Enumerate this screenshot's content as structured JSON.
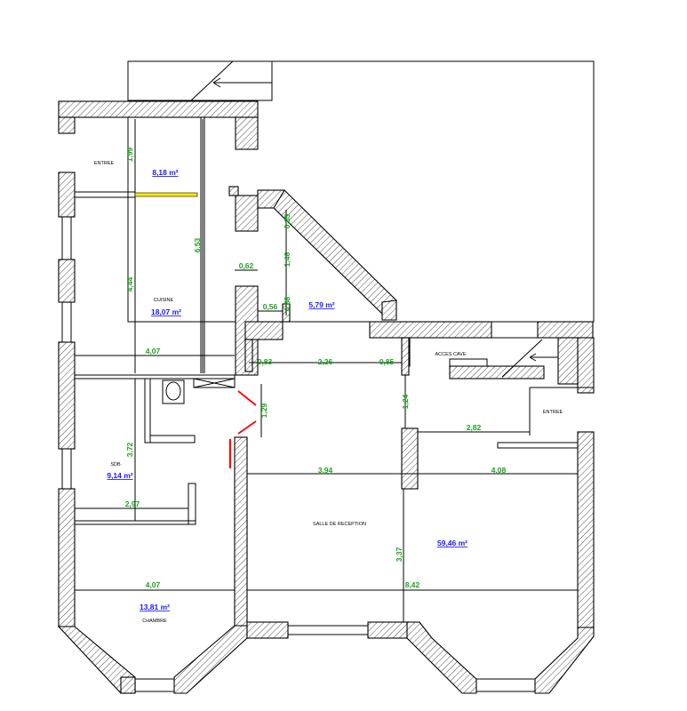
{
  "rooms": {
    "entree_top": "ENTREE",
    "cuisine": "CUISINE",
    "sdb": "SDB",
    "chambre": "CHAMBRE",
    "salle": "SALLE DE RECEPTION",
    "acces_cave": "ACCES CAVE",
    "entree_right": "ENTREE"
  },
  "areas": {
    "entree": "8,18 m²",
    "cuisine": "18,07 m²",
    "couloir": "5,79 m²",
    "sdb": "9,14 m²",
    "chambre": "13,81 m²",
    "salle": "59,46 m²"
  },
  "dimensions": {
    "d199": "1,99",
    "d653": "6,53",
    "d444": "4,44",
    "d062": "0,62",
    "d085v": "0,85",
    "d146": "1,46",
    "d056": "0,56",
    "d088": "0,88",
    "d407a": "4,07",
    "d083": "0,83",
    "d226": "2,26",
    "d085h": "0,85",
    "d129": "1,29",
    "d124": "1,24",
    "d282": "2,82",
    "d372": "3,72",
    "d394": "3,94",
    "d408": "4,08",
    "d297": "2,97",
    "d337": "3,37",
    "d407b": "4,07",
    "d842": "8,42"
  }
}
